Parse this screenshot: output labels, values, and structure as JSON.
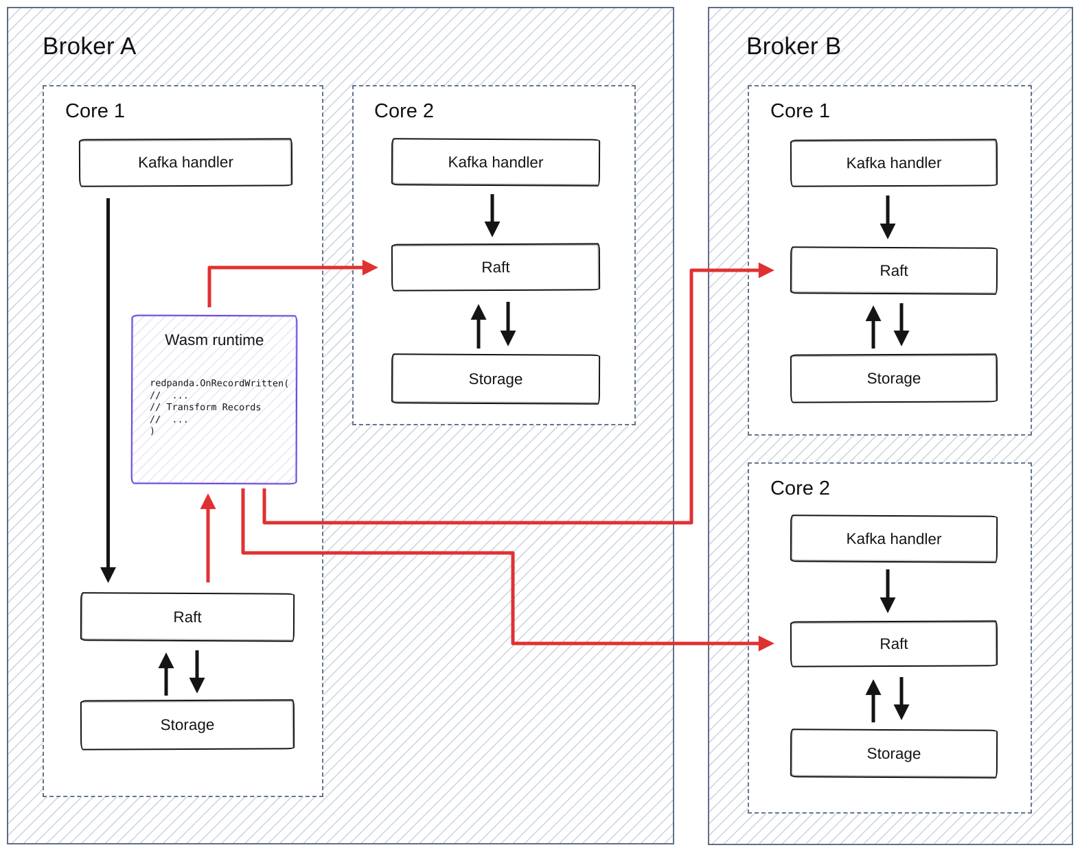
{
  "colors": {
    "broker_border": "#5e6e88",
    "core_border": "#64748e",
    "box_border": "#141414",
    "wasm_border": "#6d4bdb",
    "arrow_black": "#141414",
    "arrow_red": "#e03131",
    "hatch_line": "#c9d1dd",
    "wasm_hatch": "#e6e0f9"
  },
  "brokers": [
    {
      "title": "Broker A",
      "cores": [
        {
          "label": "Core 1",
          "kafka_label": "Kafka handler",
          "raft_label": "Raft",
          "storage_label": "Storage",
          "wasm": {
            "title": "Wasm runtime",
            "code": "redpanda.OnRecordWritten(\n//  ...\n// Transform Records\n//  ...\n)"
          }
        },
        {
          "label": "Core 2",
          "kafka_label": "Kafka handler",
          "raft_label": "Raft",
          "storage_label": "Storage"
        }
      ]
    },
    {
      "title": "Broker B",
      "cores": [
        {
          "label": "Core 1",
          "kafka_label": "Kafka handler",
          "raft_label": "Raft",
          "storage_label": "Storage"
        },
        {
          "label": "Core 2",
          "kafka_label": "Kafka handler",
          "raft_label": "Raft",
          "storage_label": "Storage"
        }
      ]
    }
  ]
}
